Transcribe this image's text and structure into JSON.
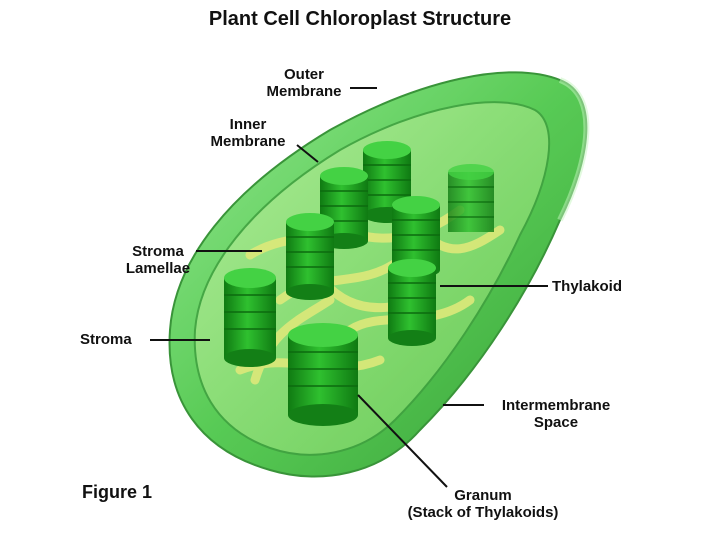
{
  "title": "Plant Cell Chloroplast Structure",
  "figure_label": "Figure 1",
  "labels": {
    "outer_membrane": [
      "Outer",
      "Membrane"
    ],
    "inner_membrane": [
      "Inner",
      "Membrane"
    ],
    "stroma_lamellae": [
      "Stroma",
      "Lamellae"
    ],
    "stroma": "Stroma",
    "thylakoid": "Thylakoid",
    "intermembrane_space": [
      "Intermembrane",
      "Space"
    ],
    "granum": [
      "Granum",
      "(Stack of Thylakoids)"
    ]
  },
  "colors": {
    "outer_membrane": "#5fd05f",
    "inner_body": "#3fb83f",
    "granum": "#1e9a1e",
    "granum_top": "#3fcf3f",
    "lamellae": "#d9e878",
    "text": "#111111"
  }
}
